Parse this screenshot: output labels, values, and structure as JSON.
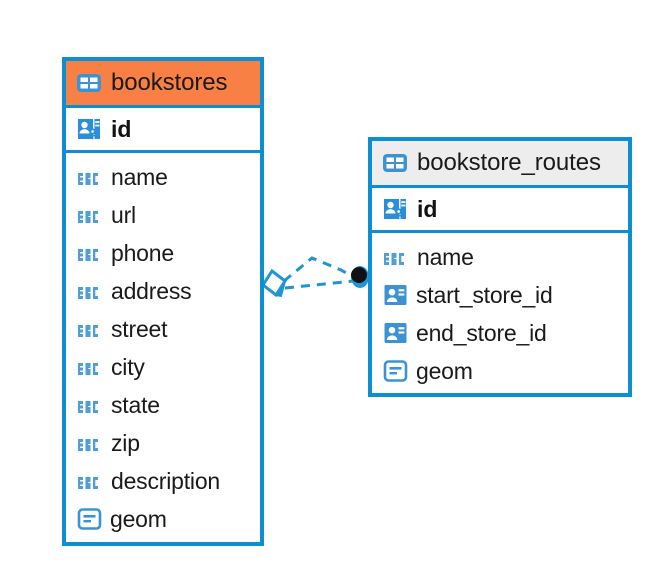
{
  "diagram": {
    "type": "entity-relationship-diagram",
    "background_color": "#ffffff",
    "accent_color": "#0b8ed2",
    "highlight_color": "#f98044",
    "neutral_header_color": "#ededed"
  },
  "tables": [
    {
      "name": "bookstores",
      "header_style": "orange",
      "table_icon": "table-icon",
      "primary_key": {
        "label": "id",
        "icon": "primary-key-icon"
      },
      "fields": [
        {
          "label": "name",
          "icon": "abc-text-icon"
        },
        {
          "label": "url",
          "icon": "abc-text-icon"
        },
        {
          "label": "phone",
          "icon": "abc-text-icon"
        },
        {
          "label": "address",
          "icon": "abc-text-icon"
        },
        {
          "label": "street",
          "icon": "abc-text-icon"
        },
        {
          "label": "city",
          "icon": "abc-text-icon"
        },
        {
          "label": "state",
          "icon": "abc-text-icon"
        },
        {
          "label": "zip",
          "icon": "abc-text-icon"
        },
        {
          "label": "description",
          "icon": "abc-text-icon"
        },
        {
          "label": "geom",
          "icon": "geometry-icon"
        }
      ]
    },
    {
      "name": "bookstore_routes",
      "header_style": "gray",
      "table_icon": "table-icon",
      "primary_key": {
        "label": "id",
        "icon": "primary-key-icon"
      },
      "fields": [
        {
          "label": "name",
          "icon": "abc-text-icon"
        },
        {
          "label": "start_store_id",
          "icon": "foreign-key-icon"
        },
        {
          "label": "end_store_id",
          "icon": "foreign-key-icon"
        },
        {
          "label": "geom",
          "icon": "geometry-icon"
        }
      ]
    }
  ],
  "relationships": [
    {
      "from_table": "bookstores",
      "to_table": "bookstore_routes",
      "line_style": "dashed",
      "line_color": "#1e96d5",
      "source_marker": "diamond-marker",
      "target_marker": "filled-circle-marker"
    },
    {
      "from_table": "bookstores",
      "to_table": "bookstore_routes",
      "line_style": "dashed",
      "line_color": "#1e96d5",
      "source_marker": "diamond-marker",
      "target_marker": "filled-circle-marker"
    }
  ]
}
